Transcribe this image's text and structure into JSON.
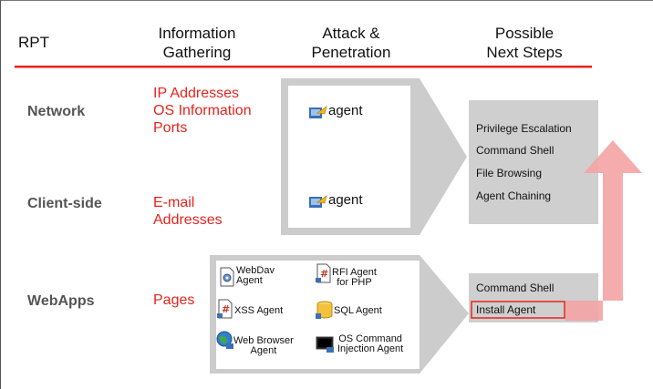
{
  "headers": {
    "rpt": "RPT",
    "info_line1": "Information",
    "info_line2": "Gathering",
    "attack_line1": "Attack &",
    "attack_line2": "Penetration",
    "next_line1": "Possible",
    "next_line2": "Next Steps"
  },
  "rows": {
    "network": "Network",
    "client_side": "Client-side",
    "webapps": "WebApps"
  },
  "gathering": {
    "network": [
      "IP Addresses",
      "OS Information",
      "Ports"
    ],
    "client_side": [
      "E-mail",
      "Addresses"
    ],
    "webapps": [
      "Pages"
    ]
  },
  "agents": {
    "network": "agent",
    "client_side": "agent"
  },
  "web_agents": {
    "webdav_1": "WebDav",
    "webdav_2": "Agent",
    "rfi_1": "RFI Agent",
    "rfi_2": "for PHP",
    "xss": "XSS Agent",
    "sql": "SQL Agent",
    "browser_1": "Web Browser",
    "browser_2": "Agent",
    "oscmd_1": "OS Command",
    "oscmd_2": "Injection Agent"
  },
  "next_steps_top": [
    "Privilege Escalation",
    "Command Shell",
    "File Browsing",
    "Agent Chaining"
  ],
  "next_steps_bottom": [
    "Command Shell",
    "Install Agent"
  ],
  "colors": {
    "accent_red": "#e8231d",
    "gray_box": "#cfcfcf",
    "arrow_pink": "#f3a3a3"
  },
  "icons": {
    "agent": "agent-icon",
    "webdav": "gear-document-icon",
    "rfi": "hash-document-icon",
    "xss": "hash-document-icon",
    "sql": "database-icon",
    "browser": "globe-icon",
    "oscmd": "terminal-icon"
  }
}
